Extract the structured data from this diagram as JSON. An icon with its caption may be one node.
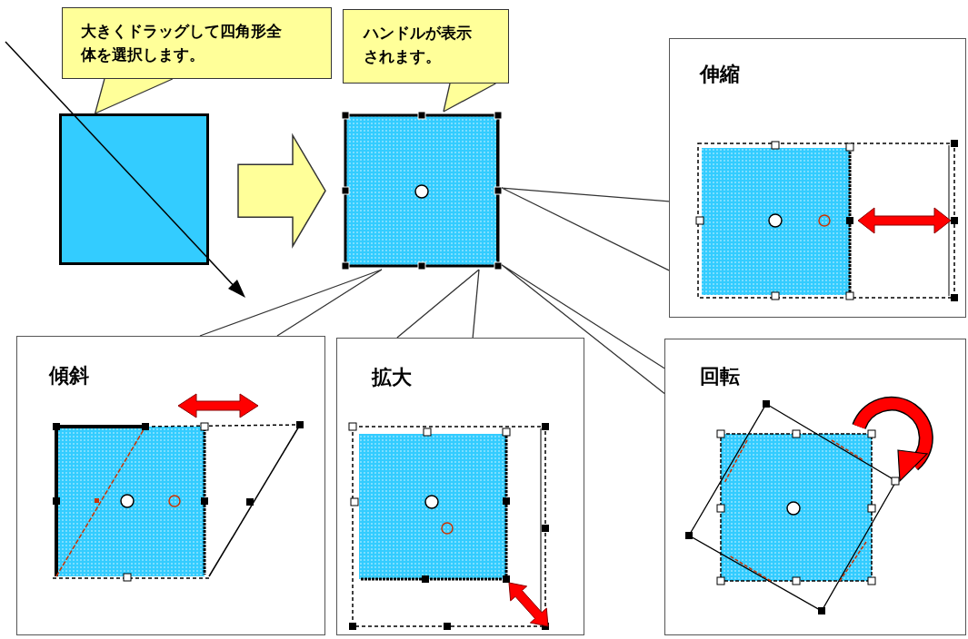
{
  "diagram": {
    "nodes": [
      {
        "text": [
          "大きくドラッグして四角形全体を選択します。"
        ]
      },
      {
        "text": [
          "ハンドルが表示されます。"
        ]
      },
      {
        "text": [],
        "shape": "box"
      },
      {
        "text": [],
        "shape": "box"
      },
      {
        "text": [
          "伸縮"
        ]
      },
      {
        "text": [
          "傾斜"
        ]
      },
      {
        "text": [
          "拡大"
        ]
      },
      {
        "text": [
          "回転"
        ]
      }
    ],
    "edges": [
      {
        "from": 0,
        "to": 2,
        "arrow": "none"
      },
      {
        "from": 1,
        "to": 3,
        "arrow": "none"
      },
      {
        "from": 2,
        "to": 3,
        "arrow": "to",
        "style": "thick",
        "color": "#ffff99"
      },
      {
        "from": 3,
        "to": 4,
        "arrow": "none"
      },
      {
        "from": 3,
        "to": 5,
        "arrow": "none"
      },
      {
        "from": 3,
        "to": 6,
        "arrow": "none"
      },
      {
        "from": 3,
        "to": 7,
        "arrow": "none"
      }
    ]
  }
}
